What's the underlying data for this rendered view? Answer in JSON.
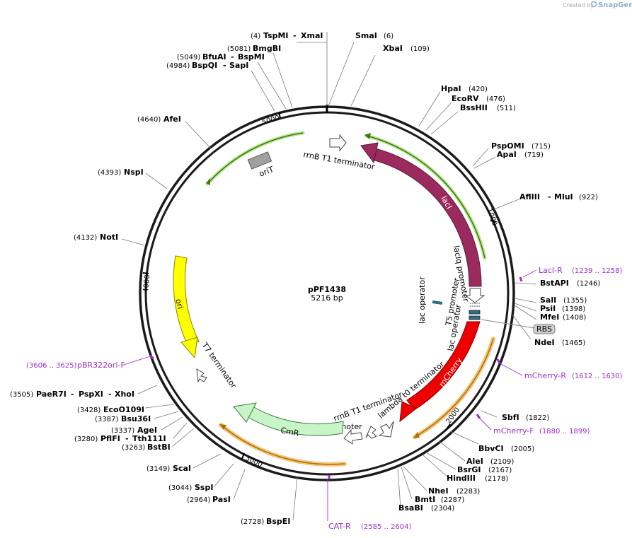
{
  "plasmid": {
    "name": "pPF1438",
    "length": "5216 bp"
  },
  "branding": {
    "created_by": "Created by",
    "product": "SnapGene"
  },
  "ticks": [
    "1000",
    "2000",
    "3000",
    "4000",
    "5000"
  ],
  "features": {
    "orit": "oriT",
    "rrnb_top": "rrnB T1 terminator",
    "laci": "lacI",
    "laciq": "lacIq promoter",
    "lac_op_left": "lac operator",
    "t5": "T5 promoter",
    "lac_op_right": "lac operator",
    "rbs": "RBS",
    "mcherry": "mCherry",
    "lambda": "lambda t0 terminator",
    "rrnb_bottom": "rrnB T1 terminator",
    "cat_promoter": "cat promoter",
    "cmr": "CmR",
    "ori": "ori",
    "t7": "T7 terminator"
  },
  "sites": [
    {
      "name": "TspMI",
      "pos": "(4)"
    },
    {
      "name": "XmaI",
      "pos": ""
    },
    {
      "name": "SmaI",
      "pos": "(6)"
    },
    {
      "name": "XbaI",
      "pos": "(109)"
    },
    {
      "name": "BmgBI",
      "pos": "(5081)"
    },
    {
      "name": "BfuAI",
      "pos": "(5049)"
    },
    {
      "name": "BspMI",
      "pos": ""
    },
    {
      "name": "BspQI",
      "pos": "(4984)"
    },
    {
      "name": "SapI",
      "pos": ""
    },
    {
      "name": "AfeI",
      "pos": "(4640)"
    },
    {
      "name": "NspI",
      "pos": "(4393)"
    },
    {
      "name": "NotI",
      "pos": "(4132)"
    },
    {
      "name": "HpaI",
      "pos": "(420)"
    },
    {
      "name": "EcoRV",
      "pos": "(476)"
    },
    {
      "name": "BssHII",
      "pos": "(511)"
    },
    {
      "name": "PspOMI",
      "pos": "(715)"
    },
    {
      "name": "ApaI",
      "pos": "(719)"
    },
    {
      "name": "AflIII",
      "pos": ""
    },
    {
      "name": "MluI",
      "pos": "(922)"
    },
    {
      "name": "BstAPI",
      "pos": "(1246)"
    },
    {
      "name": "SalI",
      "pos": "(1355)"
    },
    {
      "name": "PsiI",
      "pos": "(1398)"
    },
    {
      "name": "MfeI",
      "pos": "(1408)"
    },
    {
      "name": "NdeI",
      "pos": "(1465)"
    },
    {
      "name": "SbfI",
      "pos": "(1822)"
    },
    {
      "name": "BbvCI",
      "pos": "(2005)"
    },
    {
      "name": "AleI",
      "pos": "(2109)"
    },
    {
      "name": "BsrGI",
      "pos": "(2167)"
    },
    {
      "name": "HindIII",
      "pos": "(2178)"
    },
    {
      "name": "NheI",
      "pos": "(2283)"
    },
    {
      "name": "BmtI",
      "pos": "(2287)"
    },
    {
      "name": "BsaBI",
      "pos": "(2304)"
    },
    {
      "name": "BspEI",
      "pos": "(2728)"
    },
    {
      "name": "PasI",
      "pos": "(2964)"
    },
    {
      "name": "SspI",
      "pos": "(3044)"
    },
    {
      "name": "ScaI",
      "pos": "(3149)"
    },
    {
      "name": "BstBI",
      "pos": "(3263)"
    },
    {
      "name": "PflFI",
      "pos": "(3280)"
    },
    {
      "name": "Tth111I",
      "pos": ""
    },
    {
      "name": "AgeI",
      "pos": "(3337)"
    },
    {
      "name": "Bsu36I",
      "pos": "(3387)"
    },
    {
      "name": "EcoO109I",
      "pos": "(3428)"
    },
    {
      "name": "PaeR7I",
      "pos": "(3505)"
    },
    {
      "name": "PspXI",
      "pos": ""
    },
    {
      "name": "XhoI",
      "pos": ""
    }
  ],
  "primers": [
    {
      "name": "LacI-R",
      "range": "(1239 .. 1258)"
    },
    {
      "name": "mCherry-R",
      "range": "(1612 .. 1630)"
    },
    {
      "name": "mCherry-F",
      "range": "(1880 .. 1899)"
    },
    {
      "name": "CAT-R",
      "range": "(2585 .. 2604)"
    },
    {
      "name": "pBR322ori-F",
      "range": "(3606 .. 3625)"
    }
  ],
  "colors": {
    "backbone": "#1a1a1a",
    "laci": "#9b2a5e",
    "mcherry": "#ee0000",
    "cmr": "#c8f5c8",
    "ori": "#ffff00",
    "orit": "#a0a0a0",
    "operator": "#2e6e80",
    "primer": "#9b30d0",
    "green_glow": "#b6e58a",
    "orange_glow": "#f5c277"
  }
}
